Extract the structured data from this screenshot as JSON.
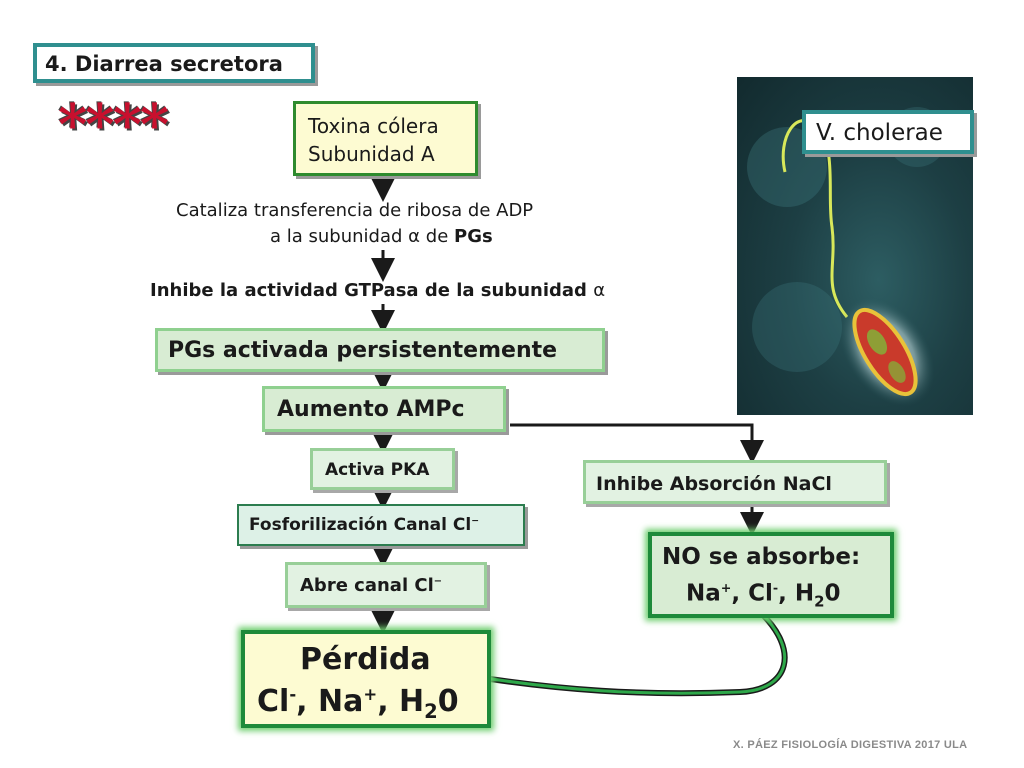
{
  "header": {
    "title": "4. Diarrea secretora"
  },
  "stars": "****",
  "toxin": {
    "line1": "Toxina cólera",
    "line2": "Subunidad A"
  },
  "catalyze": {
    "line1": "Cataliza transferencia de ribosa de ADP",
    "line2_pre": "a la subunidad",
    "alpha": "α",
    "line2_mid": "de",
    "line2_bold": "PGs"
  },
  "inhibit_gtpase": {
    "text": "Inhibe la actividad GTPasa de la subunidad",
    "alpha": "α"
  },
  "pgs_active": "PGs activada persistentemente",
  "ampc": "Aumento AMPc",
  "pka": "Activa PKA",
  "phospho": {
    "text": "Fosforilización Canal Cl",
    "sup": "−"
  },
  "opens": {
    "text": "Abre canal Cl",
    "sup": "−"
  },
  "loss": {
    "line1": "Pérdida",
    "cl": "Cl",
    "na": "Na",
    "h": "H",
    "sub": "2",
    "zero": "0",
    "minus": "-",
    "plus": "+",
    "sep": ", "
  },
  "inhibit_nacl": "Inhibe Absorción NaCl",
  "no_absorb": {
    "line1": "NO se absorbe:",
    "na": "Na",
    "cl": "Cl",
    "h": "H",
    "sub": "2",
    "zero": "0",
    "plus": "+",
    "minus": "-",
    "sep": ", "
  },
  "bacterium_label": "V. cholerae",
  "footer": "X. PÁEZ   FISIOLOGÍA DIGESTIVA 2017 ULA",
  "colors": {
    "teal": "#2f8f8f",
    "green": "#1e8a3a",
    "star_red": "#c8102e",
    "arrow_dark": "#1a1a1a"
  }
}
